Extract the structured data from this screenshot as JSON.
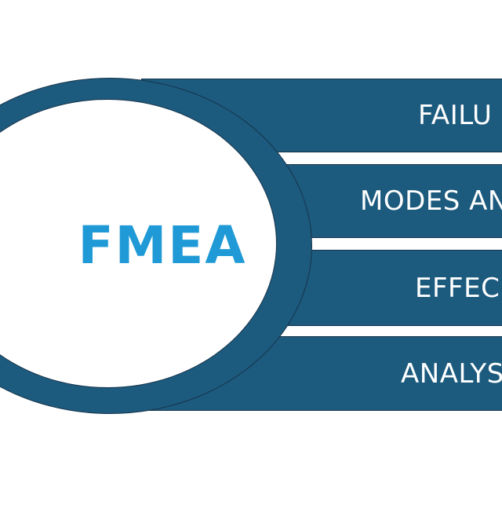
{
  "diagram": {
    "center_label": "FMEA",
    "bands": [
      {
        "label": "FAILU"
      },
      {
        "label": "MODES AN"
      },
      {
        "label": "EFFEC"
      },
      {
        "label": "ANALYS"
      }
    ],
    "colors": {
      "band_fill": "#1c5a7e",
      "outline": "#17344a",
      "center_text": "#1f9ad6",
      "background": "#ffffff"
    }
  }
}
